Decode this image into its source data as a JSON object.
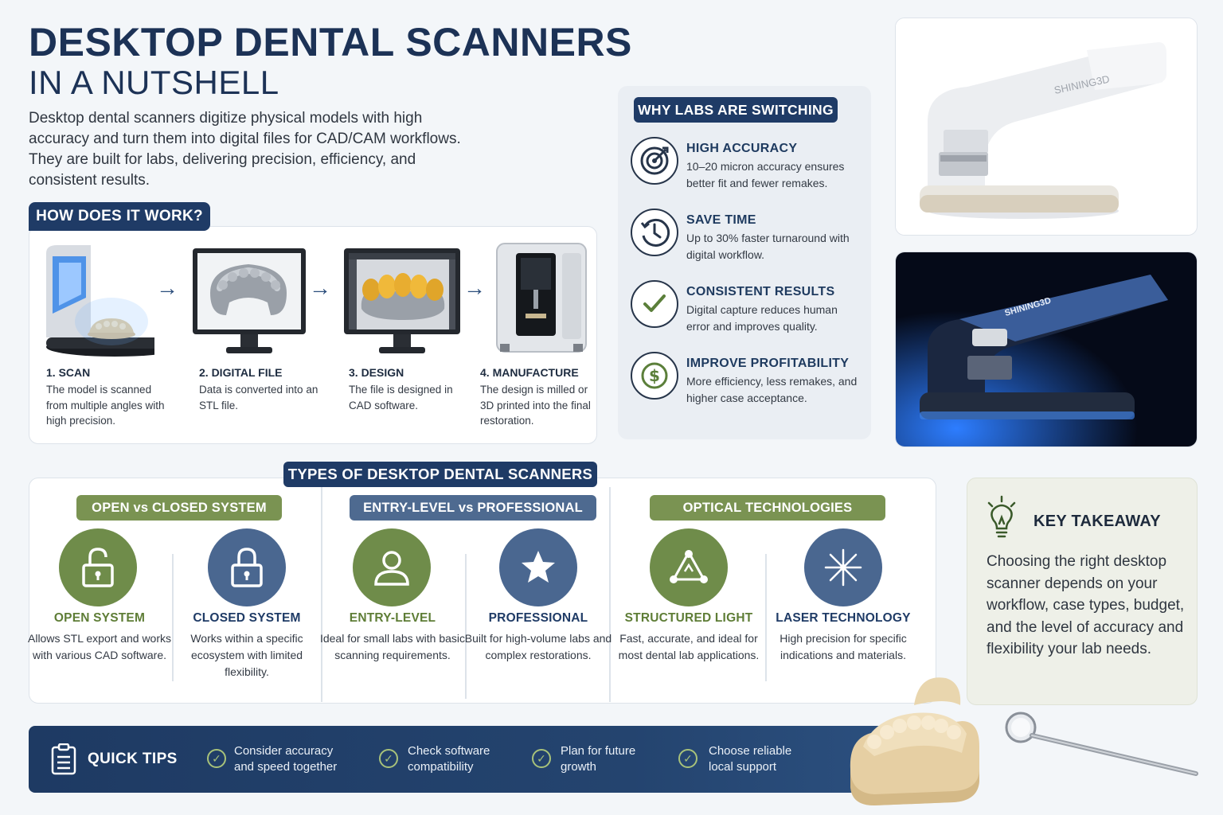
{
  "header": {
    "title_line1": "DESKTOP DENTAL SCANNERS",
    "title_line2": "IN A NUTSHELL",
    "intro": "Desktop dental scanners digitize physical models with high accuracy and turn them into digital files for CAD/CAM workflows. They are built for labs, delivering precision, efficiency, and consistent results."
  },
  "how": {
    "label": "HOW DOES IT WORK?",
    "steps": [
      {
        "title": "1. SCAN",
        "desc": "The model is scanned from multiple angles with high precision."
      },
      {
        "title": "2. DIGITAL FILE",
        "desc": "Data is converted into an STL file."
      },
      {
        "title": "3. DESIGN",
        "desc": "The file is designed in CAD software."
      },
      {
        "title": "4. MANUFACTURE",
        "desc": "The design is milled or 3D printed into the final restoration."
      }
    ],
    "arrow": "→"
  },
  "why": {
    "label": "WHY LABS ARE SWITCHING",
    "items": [
      {
        "title": "HIGH ACCURACY",
        "desc": "10–20 micron accuracy ensures better fit and fewer remakes.",
        "icon": "target-icon"
      },
      {
        "title": "SAVE TIME",
        "desc": "Up to 30% faster turnaround with digital workflow.",
        "icon": "clock-icon"
      },
      {
        "title": "CONSISTENT RESULTS",
        "desc": "Digital capture reduces human error and improves quality.",
        "icon": "check-icon"
      },
      {
        "title": "IMPROVE PROFITABILITY",
        "desc": "More efficiency, less remakes, and higher case acceptance.",
        "icon": "dollar-icon"
      }
    ]
  },
  "products": {
    "brand1": "SHINING3D",
    "brand2": "SHINING3D"
  },
  "types": {
    "label": "TYPES OF DESKTOP DENTAL SCANNERS",
    "groups": [
      {
        "label": "OPEN vs CLOSED SYSTEM",
        "items": [
          {
            "title": "OPEN SYSTEM",
            "desc": "Allows STL export and works with various CAD software.",
            "icon": "unlock-icon"
          },
          {
            "title": "CLOSED SYSTEM",
            "desc": "Works within a specific ecosystem with limited flexibility.",
            "icon": "lock-icon"
          }
        ]
      },
      {
        "label": "ENTRY-LEVEL vs PROFESSIONAL",
        "items": [
          {
            "title": "ENTRY-LEVEL",
            "desc": "Ideal for small labs with basic scanning requirements.",
            "icon": "user-icon"
          },
          {
            "title": "PROFESSIONAL",
            "desc": "Built for high-volume labs and complex restorations.",
            "icon": "star-icon"
          }
        ]
      },
      {
        "label": "OPTICAL TECHNOLOGIES",
        "items": [
          {
            "title": "STRUCTURED LIGHT",
            "desc": "Fast, accurate, and ideal for most dental lab applications.",
            "icon": "structured-light-icon"
          },
          {
            "title": "LASER TECHNOLOGY",
            "desc": "High precision for specific indications and materials.",
            "icon": "laser-icon"
          }
        ]
      }
    ]
  },
  "key": {
    "title": "KEY TAKEAWAY",
    "text": "Choosing the right desktop scanner depends on your workflow, case types, budget, and the level of accuracy and flexibility your lab needs."
  },
  "tips": {
    "title": "QUICK TIPS",
    "items": [
      {
        "line1": "Consider accuracy",
        "line2": "and speed together"
      },
      {
        "line1": "Check software",
        "line2": "compatibility"
      },
      {
        "line1": "Plan for future",
        "line2": "growth"
      },
      {
        "line1": "Choose reliable",
        "line2": "local support"
      }
    ]
  },
  "colors": {
    "navy": "#1f3b66",
    "green": "#6f8c4a",
    "slate_blue": "#4a6790"
  }
}
